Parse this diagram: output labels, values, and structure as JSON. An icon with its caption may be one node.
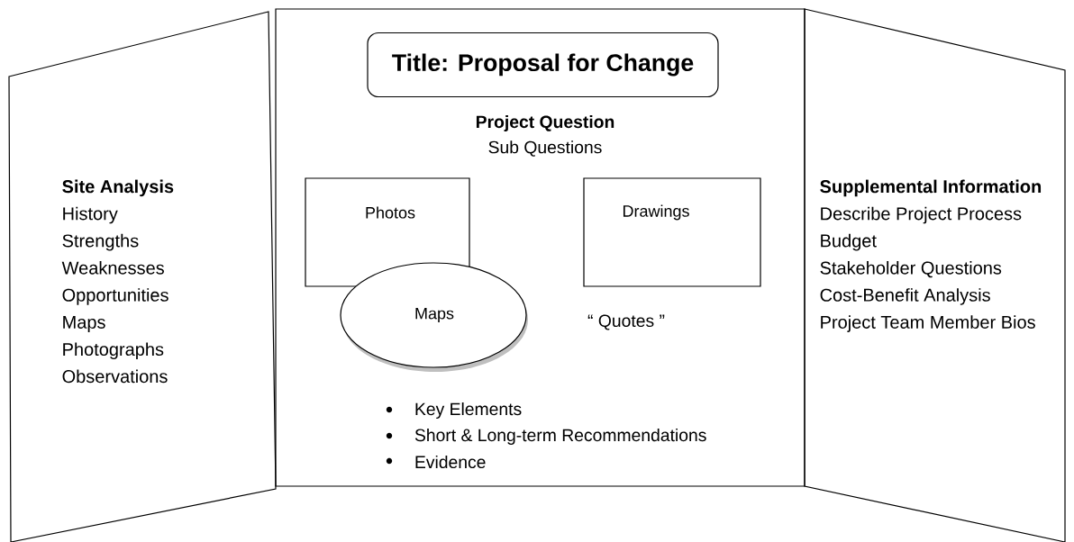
{
  "diagram": {
    "nodes": [
      {
        "text": [
          "Site Analysis",
          "History",
          "Strengths",
          "Weaknesses",
          "Opportunities",
          "Maps",
          "Photographs",
          "Observations"
        ]
      },
      {
        "text": [
          "Project Question",
          "Sub Questions",
          "“ Quotes ”",
          "Key Elements",
          "Short & Long-term Recommendations",
          "Evidence"
        ]
      },
      {
        "text": [
          "Title: Proposal for Change"
        ],
        "in": 1
      },
      {
        "text": [
          "Photos"
        ],
        "in": 1
      },
      {
        "text": [
          "Drawings"
        ],
        "in": 1
      },
      {
        "text": [
          "Maps"
        ],
        "in": 1
      },
      {
        "text": [
          "Supplemental Information",
          "Describe Project Process",
          "Budget",
          "Stakeholder Questions",
          "Cost-Benefit Analysis",
          "Project Team Member Bios"
        ]
      }
    ],
    "edges": []
  }
}
